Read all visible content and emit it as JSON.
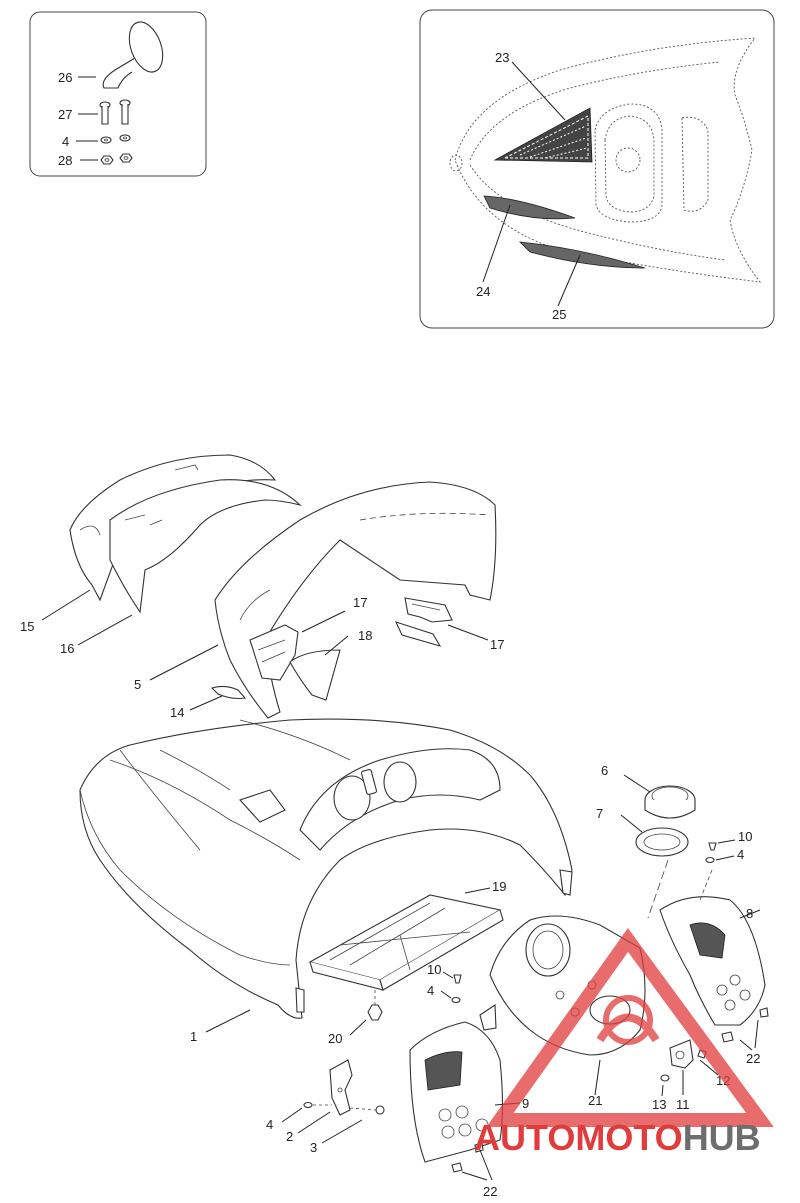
{
  "labels": {
    "l1": "1",
    "l2": "2",
    "l3": "3",
    "l4a": "4",
    "l4b": "4",
    "l4c": "4",
    "l4d": "4",
    "l5": "5",
    "l6": "6",
    "l7": "7",
    "l8": "8",
    "l9": "9",
    "l10a": "10",
    "l10b": "10",
    "l11": "11",
    "l12": "12",
    "l13": "13",
    "l14": "14",
    "l15": "15",
    "l16": "16",
    "l17a": "17",
    "l17b": "17",
    "l18": "18",
    "l19": "19",
    "l20": "20",
    "l21": "21",
    "l22a": "22",
    "l22b": "22",
    "l23": "23",
    "l24": "24",
    "l25": "25",
    "l26": "26",
    "l27": "27",
    "l28": "28"
  },
  "watermark": {
    "part1": "AUTO",
    "part2": "MOTO",
    "part3": "HUB",
    "color_red": "#e23b3b",
    "color_gray": "#6d6d6d",
    "color_accent": "#f0b24a"
  }
}
